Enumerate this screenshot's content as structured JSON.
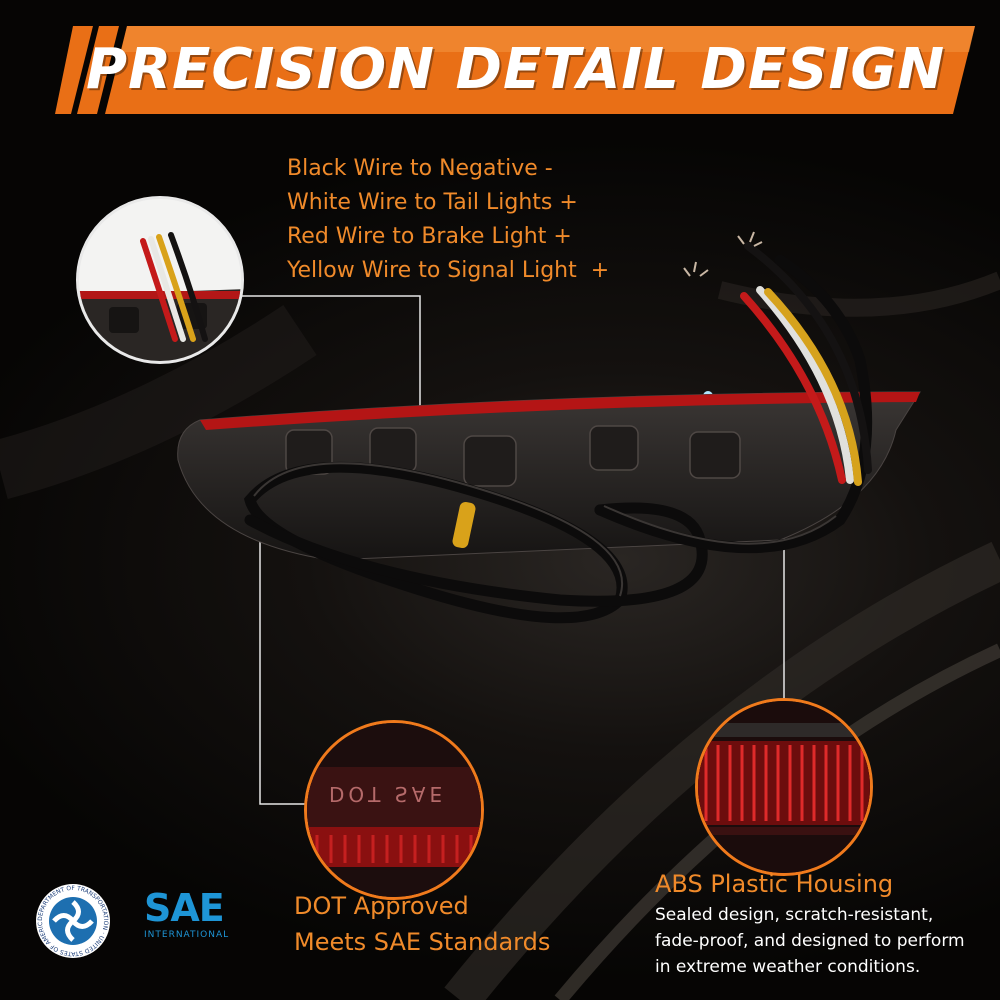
{
  "colors": {
    "accent": "#f08a2a",
    "text": "#ffffff",
    "sae_blue": "#1e95d6",
    "housing_red": "#c01818"
  },
  "title": "PRECISION DETAIL DESIGN",
  "wires": {
    "lines": [
      "Black Wire to Negative -",
      "White Wire to Tail Lights +",
      "Red Wire to Brake Light +",
      "Yellow Wire to Signal Light  +"
    ]
  },
  "dot": {
    "approved": "DOT Approved",
    "standards": "Meets SAE Standards",
    "lens_marking": "DOT SAE"
  },
  "abs": {
    "title": "ABS Plastic Housing",
    "description": "Sealed design, scratch-resistant, fade-proof, and designed to perform in extreme weather conditions."
  },
  "logos": {
    "dot_ring_text": "DEPARTMENT OF TRANSPORTATION · UNITED STATES OF AMERICA",
    "sae_word": "SAE",
    "sae_sub": "INTERNATIONAL"
  }
}
